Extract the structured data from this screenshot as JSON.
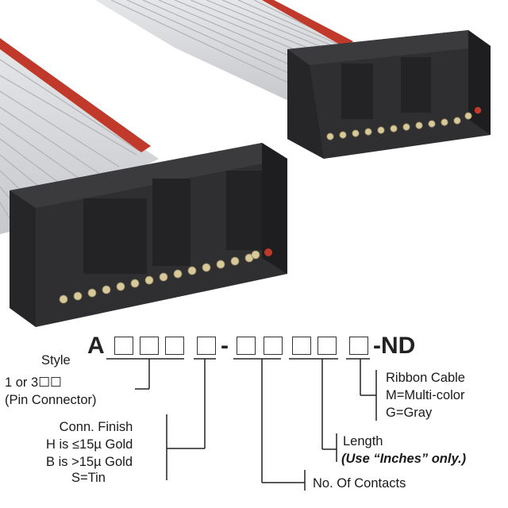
{
  "part_number": {
    "prefix": "A",
    "dash": "-",
    "suffix": "-ND",
    "box_count_left": 4,
    "box_count_right": 5
  },
  "labels": {
    "style": {
      "title": "Style",
      "line1": "1 or 3☐☐",
      "line2": "(Pin Connector)"
    },
    "conn_finish": {
      "title": "Conn. Finish",
      "line1": "H is ≤15µ Gold",
      "line2": "B is >15µ Gold",
      "line3": "S=Tin"
    },
    "ribbon": {
      "title": "Ribbon Cable",
      "line1": "M=Multi-color",
      "line2": "G=Gray"
    },
    "length": {
      "title": "Length",
      "note": "(Use “Inches” only.)"
    },
    "contacts": {
      "title": "No. Of Contacts"
    }
  },
  "colors": {
    "connector_body": "#2f2f31",
    "connector_shade": "#1f1f21",
    "cable": "#d4d6d8",
    "cable_stripe": "#bf2b2b",
    "pin_gold": "#d8c99a",
    "pin_red": "#c0392b",
    "leader_line": "#222222"
  }
}
